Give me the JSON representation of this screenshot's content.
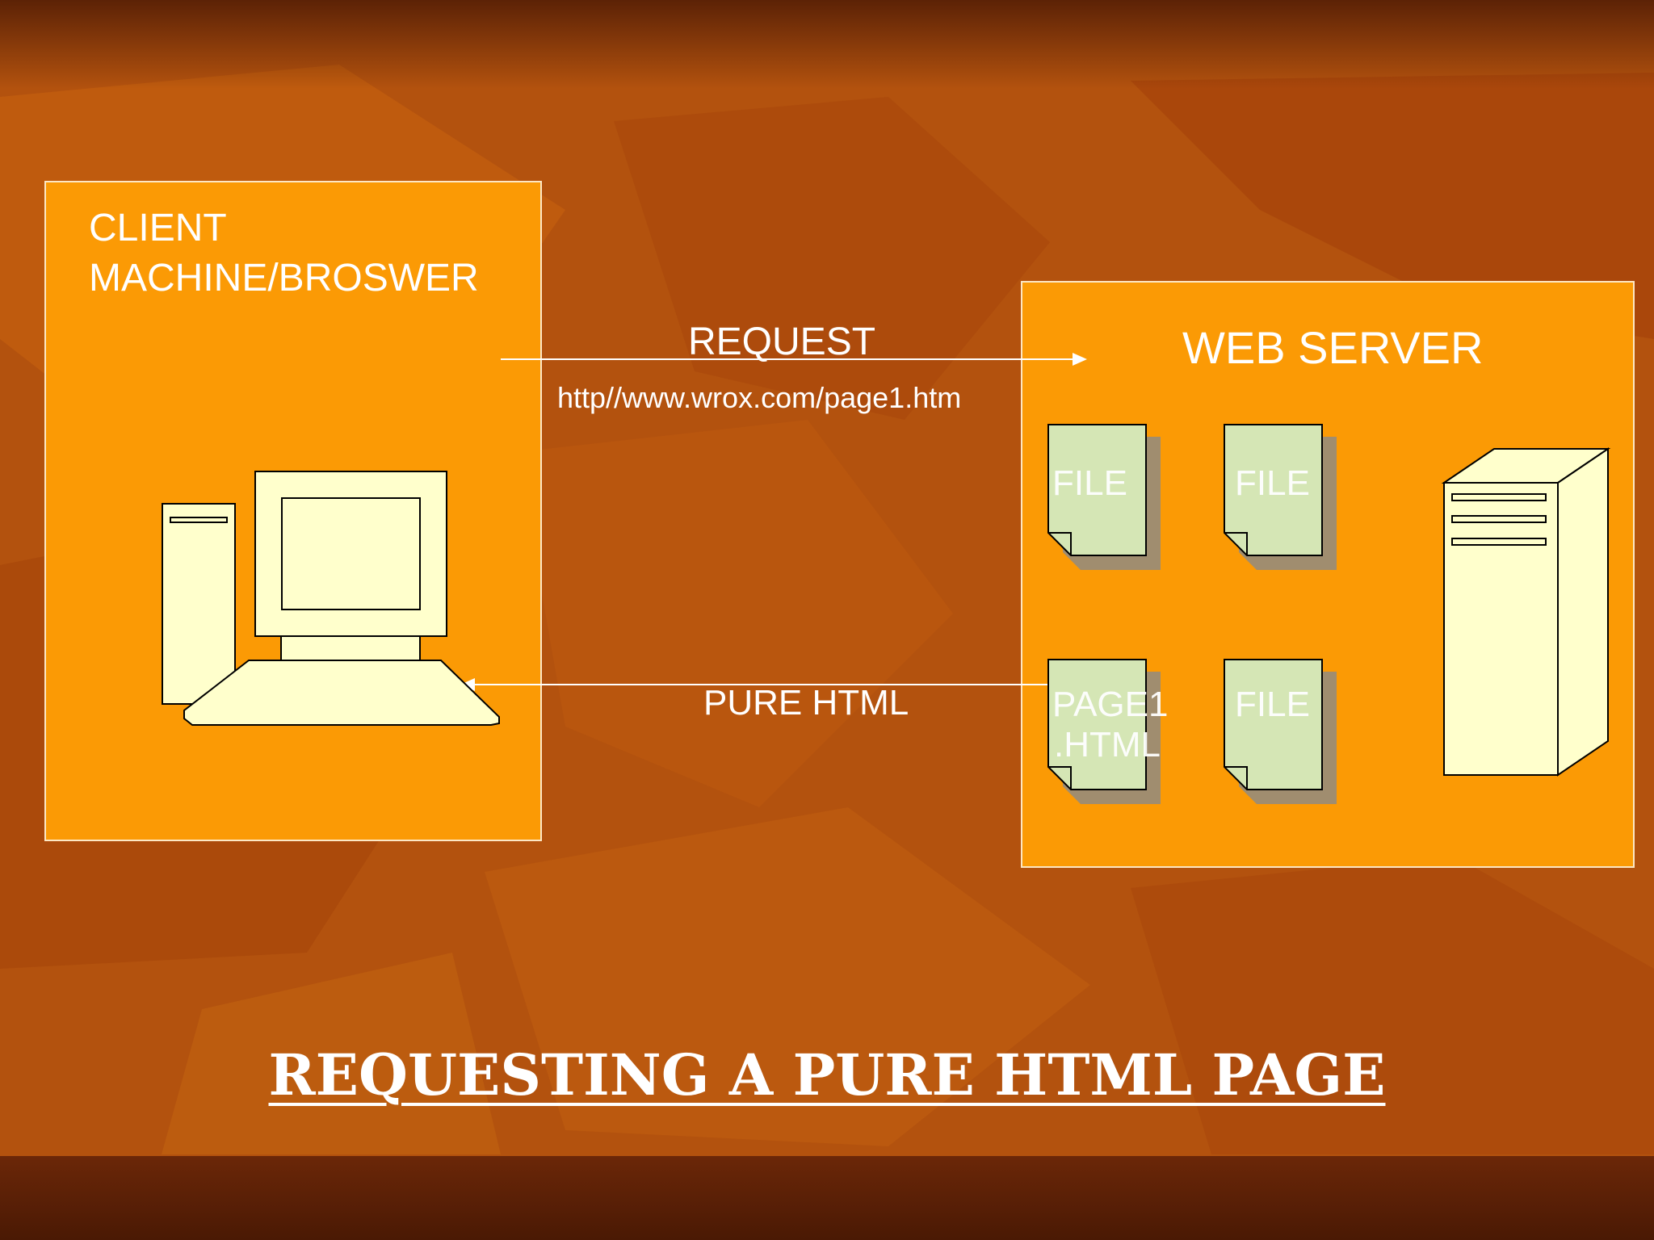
{
  "client": {
    "title_line1": "CLIENT",
    "title_line2": "MACHINE/BROSWER",
    "icon": "desktop-computer-icon"
  },
  "server": {
    "title": "WEB SERVER",
    "icon": "server-tower-icon",
    "files": [
      {
        "label": "FILE"
      },
      {
        "label": "FILE"
      },
      {
        "label_line1": "PAGE1",
        "label_line2": ".HTML"
      },
      {
        "label": "FILE"
      }
    ]
  },
  "request": {
    "label": "REQUEST",
    "url": "http//www.wrox.com/page1.htm"
  },
  "response": {
    "label": "PURE HTML"
  },
  "footer": {
    "title": "REQUESTING A PURE HTML PAGE"
  },
  "colors": {
    "background": "#b3520e",
    "box_fill": "#fb9a05",
    "file_fill": "#d5e6b5",
    "device_fill": "#ffffcc",
    "text": "#ffffff"
  }
}
